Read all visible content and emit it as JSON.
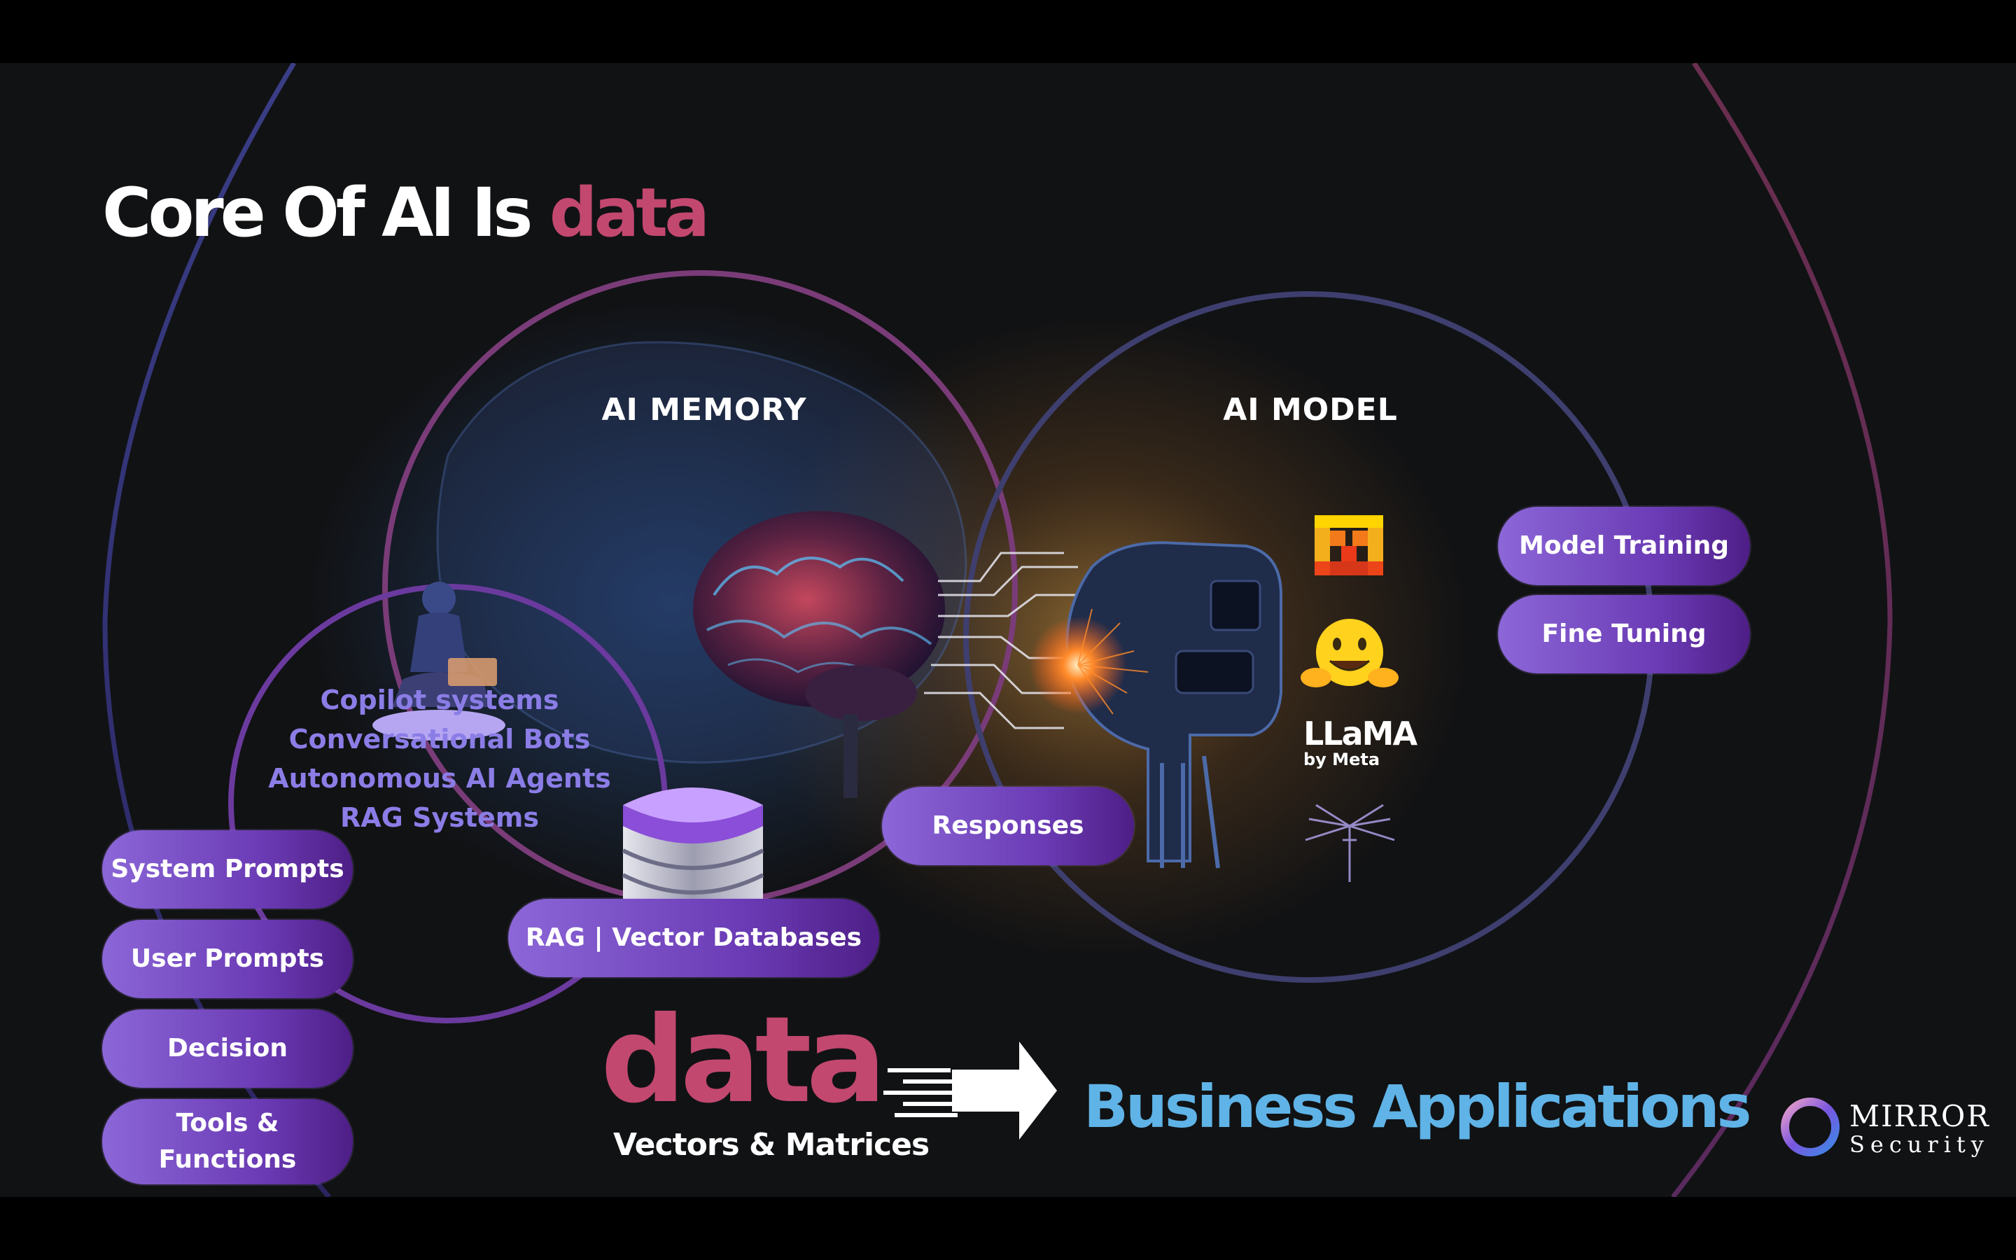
{
  "title": {
    "lead": "Core Of AI Is ",
    "accent": "data"
  },
  "sections": {
    "memory": "AI MEMORY",
    "model": "AI MODEL"
  },
  "use_cases": [
    "Copilot systems",
    "Conversational Bots",
    "Autonomous AI Agents",
    "RAG Systems"
  ],
  "inputs": [
    "System Prompts",
    "User Prompts",
    "Decision",
    "Tools &\nFunctions"
  ],
  "memory_store": "RAG | Vector Databases",
  "responses": "Responses",
  "model_tasks": [
    "Model Training",
    "Fine Tuning"
  ],
  "model_logos": [
    {
      "icon": "mistral-icon"
    },
    {
      "icon": "hugging-face-icon"
    },
    {
      "icon": "llama-logo",
      "text": "LLaMA",
      "subtext": "by Meta"
    },
    {
      "icon": "stability-wings-icon"
    }
  ],
  "bottom": {
    "data_word": "data",
    "data_subtitle": "Vectors & Matrices",
    "arrow_icon": "speed-arrow-icon",
    "target": "Business Applications"
  },
  "brand": {
    "name": "MIRROR",
    "sub": "Security",
    "icon": "mirror-ring-icon"
  },
  "colors": {
    "background": "#111214",
    "accent_data": "#c2486f",
    "business_blue": "#5fb3e6",
    "use_case_text": "#8b7de6",
    "pill_start": "#8c67d8",
    "pill_end": "#4e1e86"
  }
}
